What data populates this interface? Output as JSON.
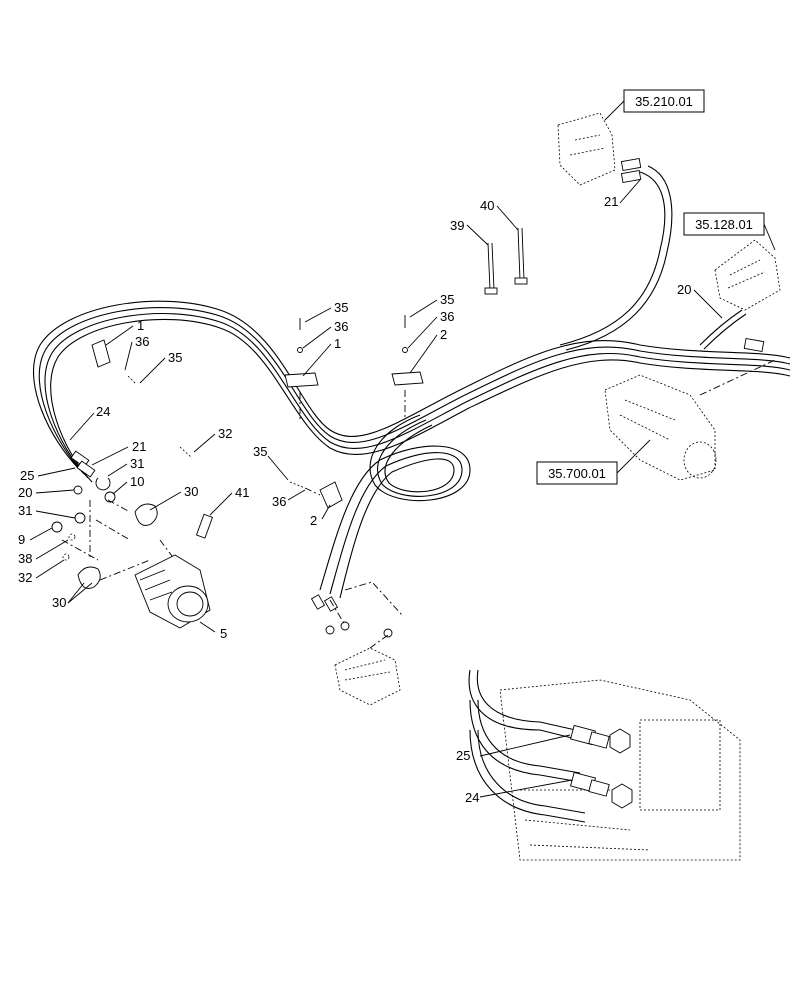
{
  "refs": {
    "r1": "35.210.01",
    "r2": "35.128.01",
    "r3": "35.700.01"
  },
  "labels": {
    "l1": "1",
    "l2": "36",
    "l3": "35",
    "l4": "24",
    "l5": "21",
    "l6": "25",
    "l7": "31",
    "l8": "20",
    "l9": "10",
    "l10": "31",
    "l11": "9",
    "l12": "38",
    "l13": "32",
    "l14": "30",
    "l15": "30",
    "l16": "32",
    "l17": "41",
    "l18": "5",
    "l19": "35",
    "l20": "36",
    "l21": "2",
    "l22": "35",
    "l23": "36",
    "l24": "1",
    "l25": "35",
    "l26": "36",
    "l27": "2",
    "l28": "39",
    "l29": "40",
    "l30": "21",
    "l31": "20",
    "l32": "25",
    "l33": "24"
  }
}
